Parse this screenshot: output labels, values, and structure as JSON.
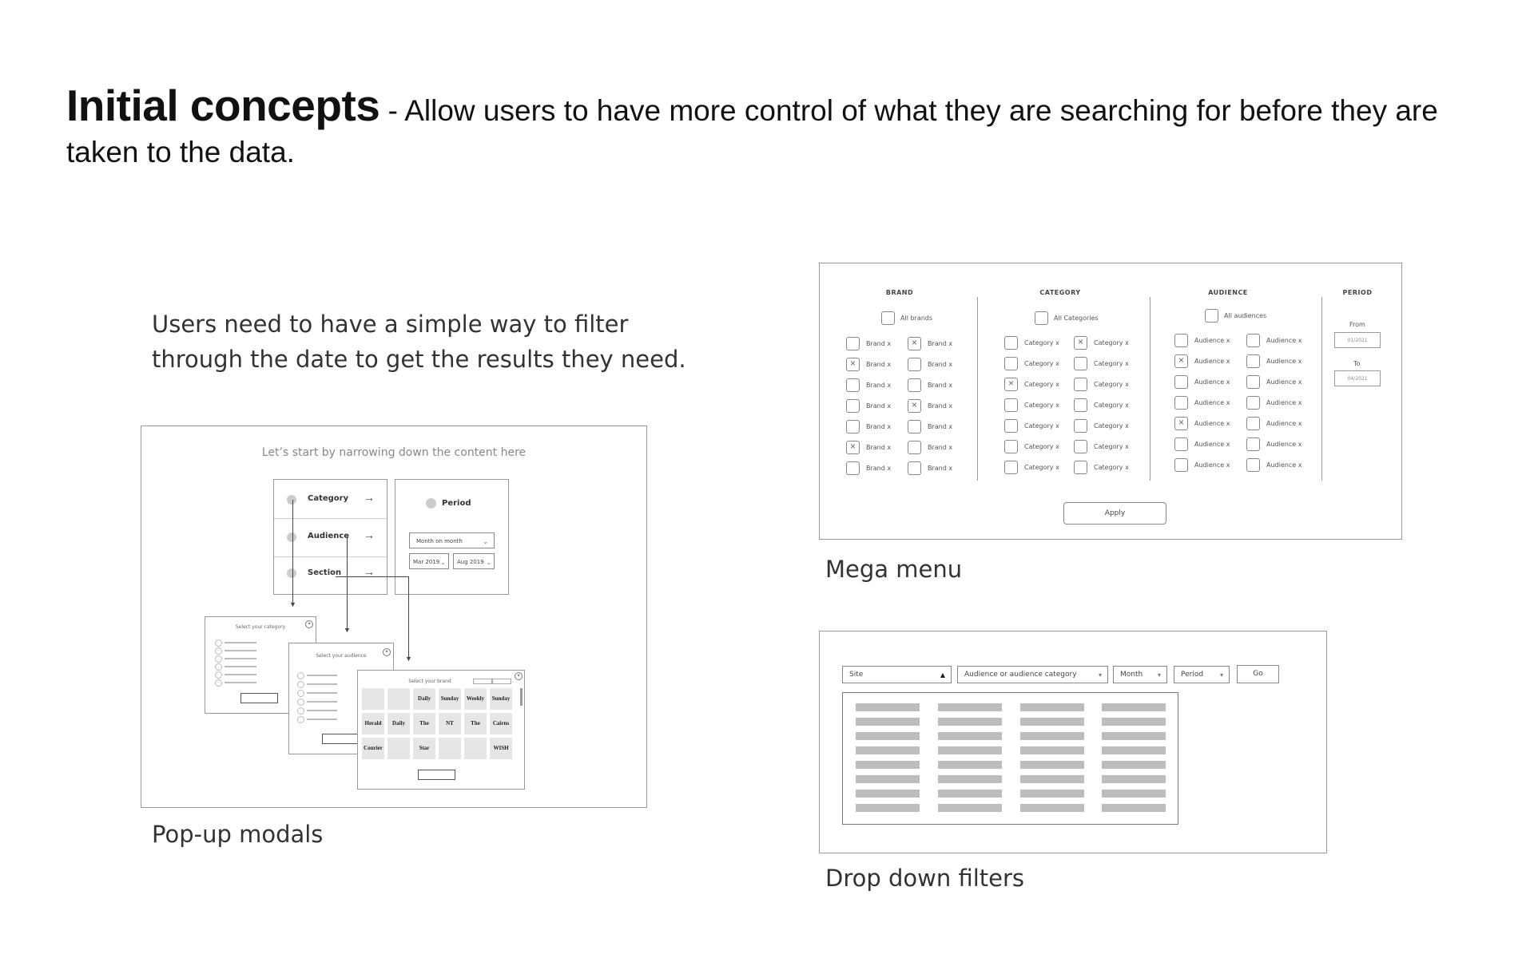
{
  "heading": {
    "bold": "Initial concepts",
    "rest": " - Allow users to have more control of what they are searching for before they are taken to the data."
  },
  "intro_text": "Users need to have a simple way to filter through the date to get the results they need.",
  "popup": {
    "caption": "Pop-up modals",
    "prompt": "Let’s start by narrowing down the content here",
    "steps": [
      "Category",
      "Audience",
      "Section"
    ],
    "period_label": "Period",
    "period_select": "Month on month",
    "from_select": "Mar 2019",
    "to_select": "Aug 2019",
    "modal_category_title": "Select your category",
    "modal_audience_title": "Select your audience",
    "modal_brand_title": "Select your brand",
    "logos": [
      "",
      "",
      "Daily Telegraph",
      "Sunday Telegraph",
      "Weekly Times",
      "Sunday Mail",
      "Herald Sun",
      "Daily Mail",
      "The Advertiser",
      "NT NEWS",
      "The Mercury",
      "Cairns Post",
      "Courier Mail",
      "",
      "Star",
      "",
      "",
      "WISH"
    ]
  },
  "mega": {
    "caption": "Mega menu",
    "brand": {
      "header": "BRAND",
      "all": "All brands",
      "col1": [
        {
          "label": "Brand x",
          "checked": false
        },
        {
          "label": "Brand x",
          "checked": true
        },
        {
          "label": "Brand x",
          "checked": false
        },
        {
          "label": "Brand x",
          "checked": false
        },
        {
          "label": "Brand x",
          "checked": false
        },
        {
          "label": "Brand x",
          "checked": true
        },
        {
          "label": "Brand x",
          "checked": false
        }
      ],
      "col2": [
        {
          "label": "Brand x",
          "checked": true
        },
        {
          "label": "Brand x",
          "checked": false
        },
        {
          "label": "Brand x",
          "checked": false
        },
        {
          "label": "Brand x",
          "checked": true
        },
        {
          "label": "Brand x",
          "checked": false
        },
        {
          "label": "Brand x",
          "checked": false
        },
        {
          "label": "Brand x",
          "checked": false
        }
      ]
    },
    "category": {
      "header": "CATEGORY",
      "all": "All Categories",
      "col1": [
        {
          "label": "Category x",
          "checked": false
        },
        {
          "label": "Category x",
          "checked": false
        },
        {
          "label": "Category x",
          "checked": true
        },
        {
          "label": "Category x",
          "checked": false
        },
        {
          "label": "Category x",
          "checked": false
        },
        {
          "label": "Category x",
          "checked": false
        },
        {
          "label": "Category x",
          "checked": false
        }
      ],
      "col2": [
        {
          "label": "Category x",
          "checked": true
        },
        {
          "label": "Category x",
          "checked": false
        },
        {
          "label": "Category x",
          "checked": false
        },
        {
          "label": "Category x",
          "checked": false
        },
        {
          "label": "Category x",
          "checked": false
        },
        {
          "label": "Category x",
          "checked": false
        },
        {
          "label": "Category x",
          "checked": false
        }
      ]
    },
    "audience": {
      "header": "AUDIENCE",
      "all": "All audiences",
      "col1": [
        {
          "label": "Audience x",
          "checked": false
        },
        {
          "label": "Audience x",
          "checked": true
        },
        {
          "label": "Audience x",
          "checked": false
        },
        {
          "label": "Audience x",
          "checked": false
        },
        {
          "label": "Audience x",
          "checked": true
        },
        {
          "label": "Audience x",
          "checked": false
        },
        {
          "label": "Audience x",
          "checked": false
        }
      ],
      "col2": [
        {
          "label": "Audience x",
          "checked": false
        },
        {
          "label": "Audience x",
          "checked": false
        },
        {
          "label": "Audience x",
          "checked": false
        },
        {
          "label": "Audience x",
          "checked": false
        },
        {
          "label": "Audience x",
          "checked": false
        },
        {
          "label": "Audience x",
          "checked": false
        },
        {
          "label": "Audience x",
          "checked": false
        }
      ]
    },
    "period": {
      "header": "PERIOD",
      "from_label": "From",
      "from_value": "01/2021",
      "to_label": "To",
      "to_value": "04/2021"
    },
    "apply_label": "Apply"
  },
  "dropdown": {
    "caption": "Drop down filters",
    "site": "Site",
    "audience": "Audience or audience category",
    "month": "Month",
    "period": "Period",
    "go": "Go"
  }
}
